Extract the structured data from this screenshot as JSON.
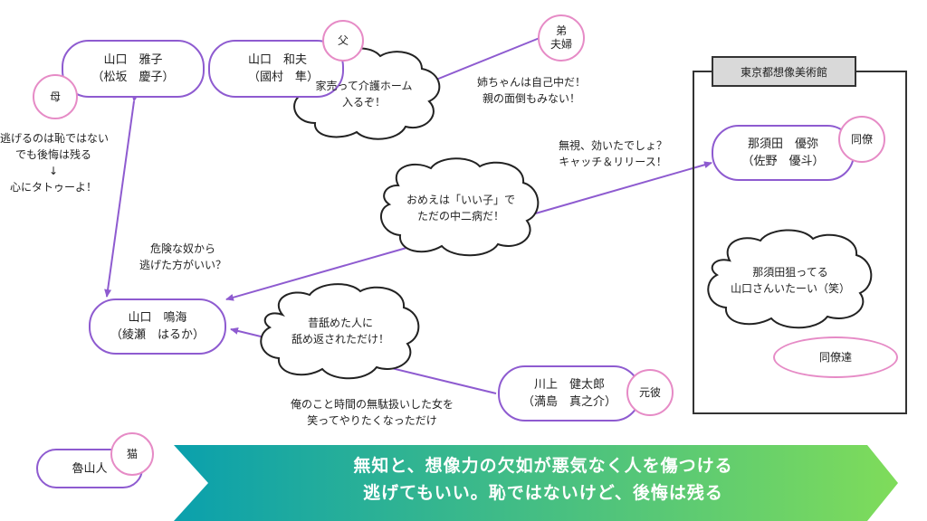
{
  "people": {
    "mother": {
      "name": "山口　雅子",
      "actor": "（松坂　慶子）",
      "tag": "母"
    },
    "father": {
      "name": "山口　和夫",
      "actor": "（國村　隼）",
      "tag": "父"
    },
    "haruka": {
      "name": "山口　鳴海",
      "actor": "（綾瀬　はるか）"
    },
    "colleague": {
      "name": "那須田　優弥",
      "actor": "（佐野　優斗）",
      "tag": "同僚"
    },
    "ex": {
      "name": "川上　健太郎",
      "actor": "（満島　真之介）",
      "tag": "元彼"
    },
    "cat": {
      "name": "魯山人",
      "tag": "猫"
    },
    "siblings": {
      "tag_line1": "弟",
      "tag_line2": "夫婦"
    },
    "coworkers": {
      "tag": "同僚達"
    }
  },
  "museum": {
    "title": "東京都想像美術館"
  },
  "clouds": {
    "father": {
      "line1": "家売って介護ホーム",
      "line2": "入るぞ！"
    },
    "middle": {
      "line1": "おめえは「いい子」で",
      "line2": "ただの中二病だ！"
    },
    "ex": {
      "line1": "昔舐めた人に",
      "line2": "舐め返されただけ！"
    },
    "coworkers": {
      "line1": "那須田狙ってる",
      "line2": "山口さんいたーい（笑）"
    }
  },
  "labels": {
    "mother_quote": {
      "line1": "逃げるのは恥ではない",
      "line2": "でも後悔は残る",
      "line3": "↓",
      "line4": "心にタトゥーよ！"
    },
    "siblings_quote": {
      "line1": "姉ちゃんは自己中だ！",
      "line2": "親の面倒もみない！"
    },
    "colleague_quote": {
      "line1": "無視、効いたでしょ？",
      "line2": "キャッチ＆リリース！"
    },
    "danger_quote": {
      "line1": "危険な奴から",
      "line2": "逃げた方がいい？"
    },
    "ex_quote": {
      "line1": "俺のこと時間の無駄扱いした女を",
      "line2": "笑ってやりたくなっただけ"
    }
  },
  "banner": {
    "line1": "無知と、想像力の欠如が悪気なく人を傷つける",
    "line2": "逃げてもいい。恥ではないけど、後悔は残る"
  },
  "colors": {
    "node_border": "#8e5bd0",
    "tag_border": "#e68bc6",
    "arrow": "#8e5bd0",
    "banner_start": "#0aa0ad",
    "banner_end": "#7fdc5a"
  }
}
